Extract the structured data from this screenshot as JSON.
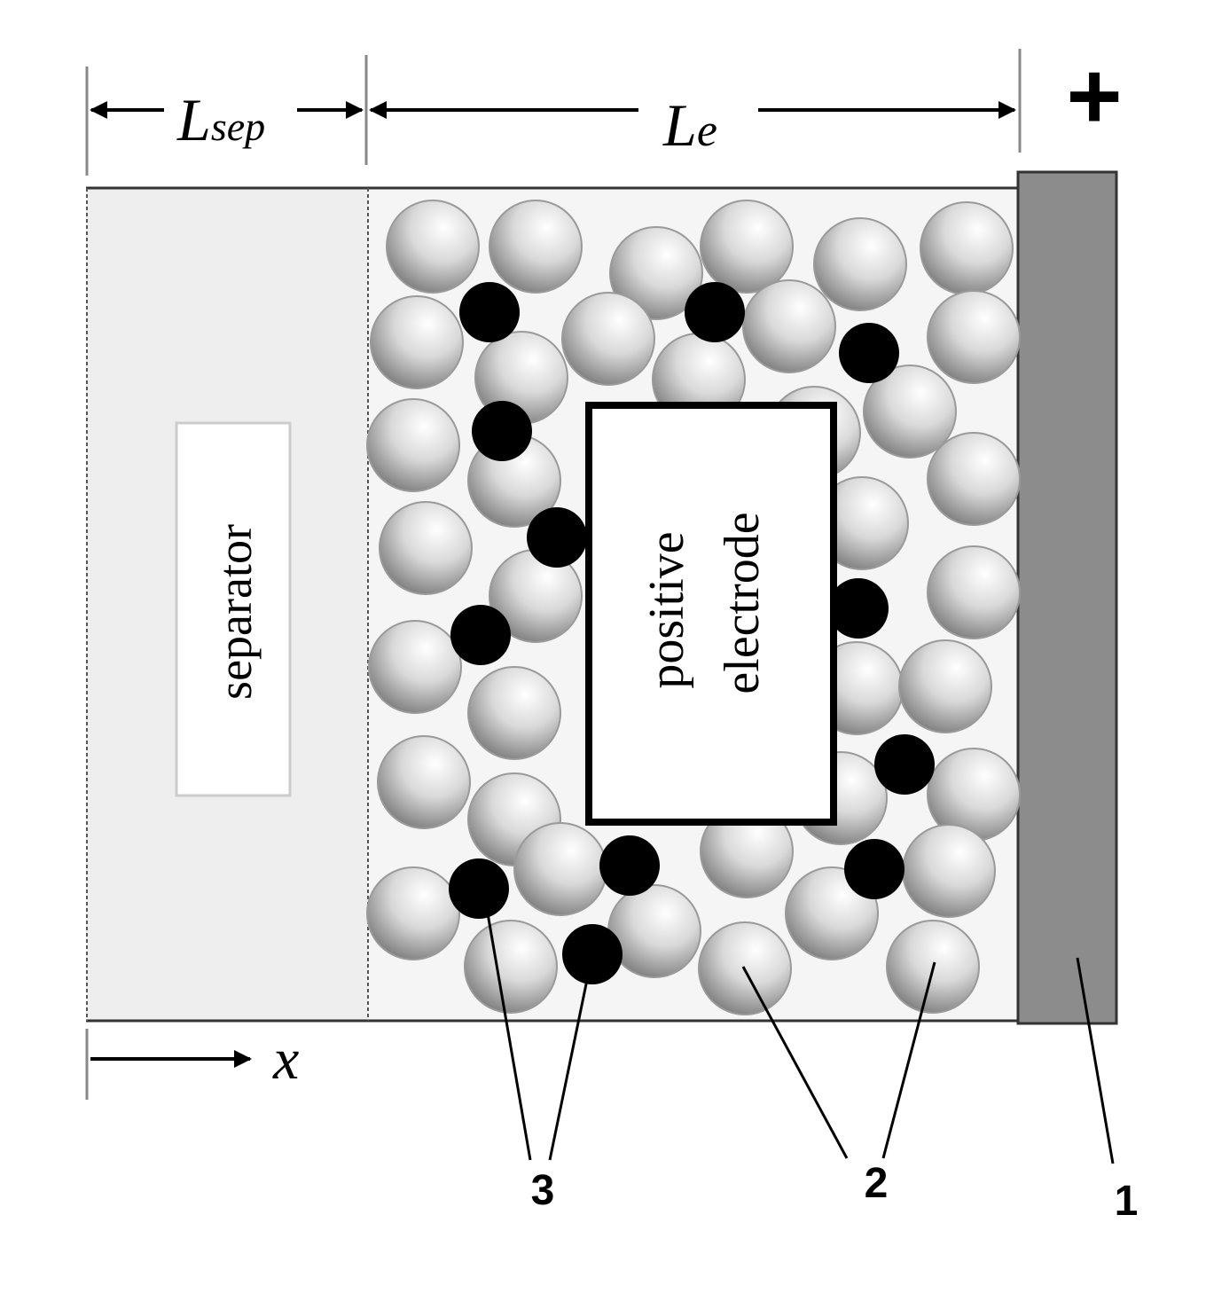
{
  "dimensions": {
    "separator_symbol": "L",
    "separator_subscript": "sep",
    "electrode_symbol": "L",
    "electrode_subscript": "e"
  },
  "terminal_sign": "+",
  "axis_label": "x",
  "separator_label": "separator",
  "electrode_label_line1": "positive",
  "electrode_label_line2": "electrode",
  "callouts": {
    "label_1": "1",
    "label_2": "2",
    "label_3": "3"
  },
  "colors": {
    "collector": "#8c8c8c",
    "conductive_additive": "#000000",
    "separator_fill": "#eeeeee",
    "electrode_fill": "#f5f5f5"
  }
}
